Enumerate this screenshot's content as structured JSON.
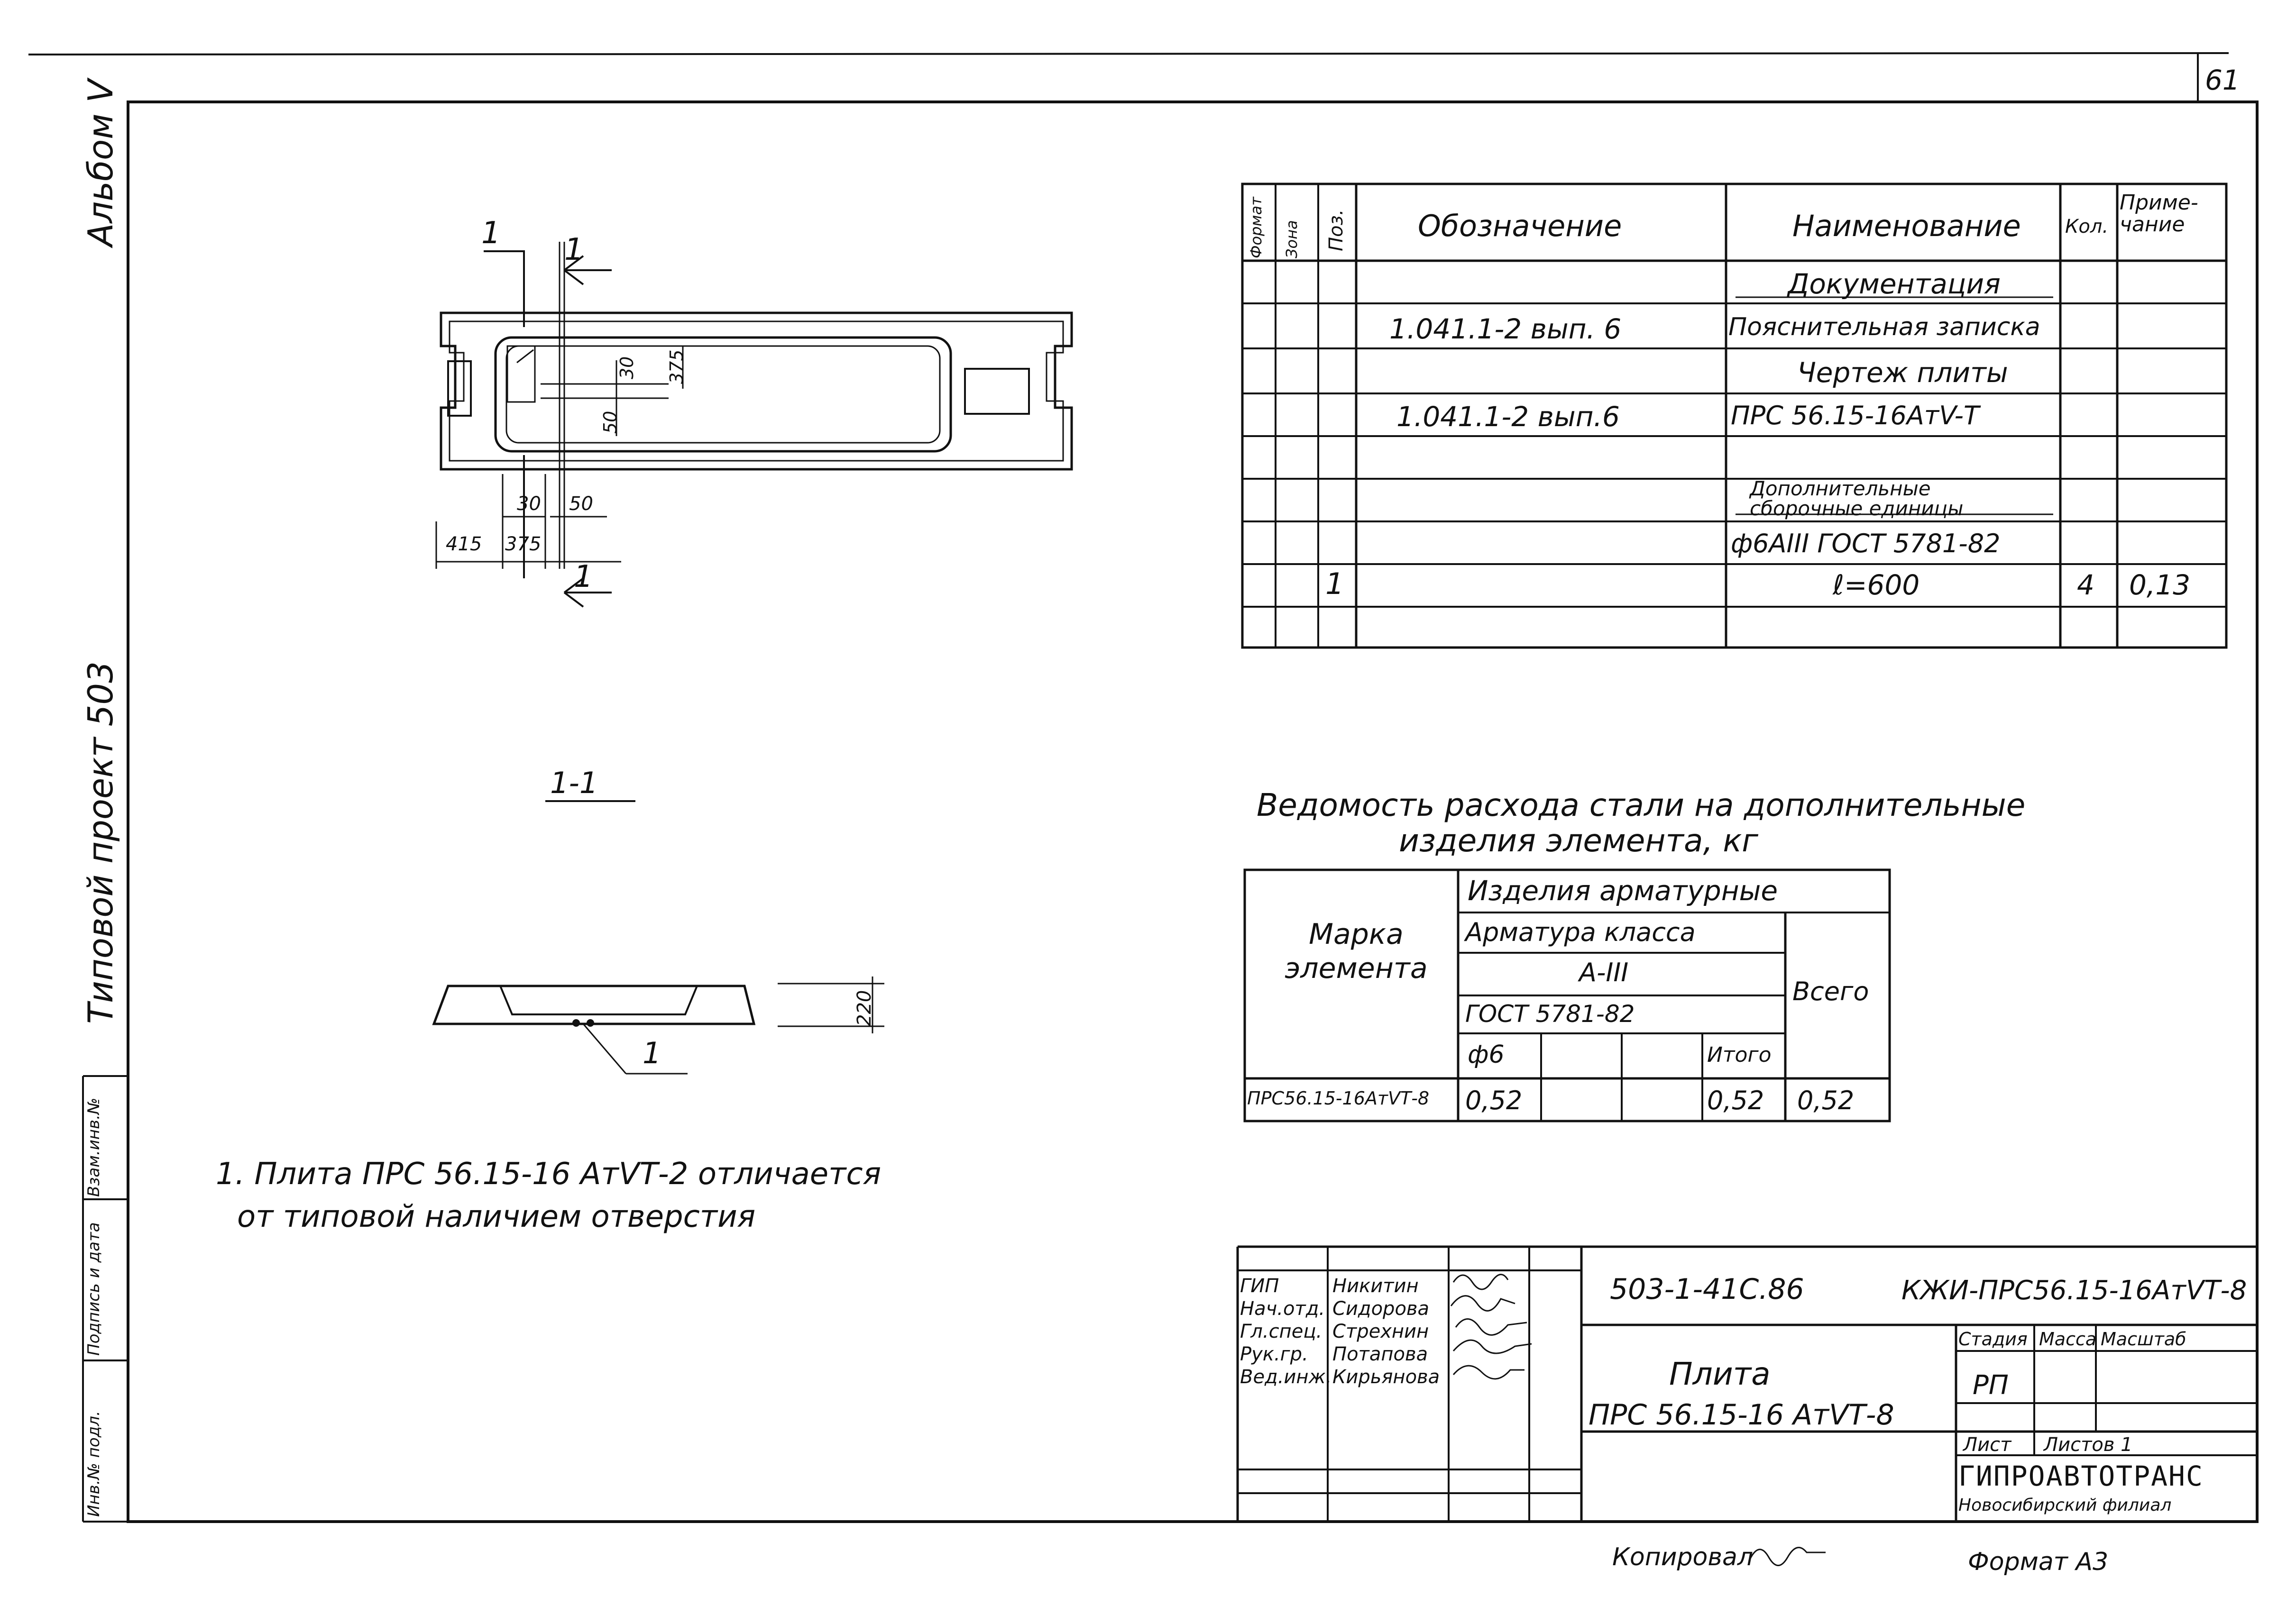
{
  "page_number": "61",
  "left_margin": {
    "album": "Альбом V",
    "project": "Типовой проект 503",
    "stamp_cells": [
      "Инв.№ подл.",
      "Подпись и дата",
      "Взам.инв.№"
    ]
  },
  "drawing": {
    "section_mark": "1",
    "dims_plan": [
      "30",
      "375",
      "50",
      "415",
      "375",
      "30",
      "50"
    ],
    "section_title": "1-1",
    "dim_height": "220",
    "callout": "1"
  },
  "note": {
    "line1": "1. Плита ПРС 56.15-16 АтVТ-2 отличается",
    "line2": "от типовой наличием отверстия"
  },
  "spec_table": {
    "headers": {
      "format": "Формат",
      "zone": "Зона",
      "pos": "Поз.",
      "designation": "Обозначение",
      "name": "Наименование",
      "qty": "Кол.",
      "note": "Приме-чание"
    },
    "rows": [
      {
        "pos": "",
        "designation": "",
        "name": "Документация",
        "qty": "",
        "note": ""
      },
      {
        "pos": "",
        "designation": "1.041.1-2 вып. 6",
        "name": "Пояснительная записка",
        "qty": "",
        "note": ""
      },
      {
        "pos": "",
        "designation": "",
        "name": "Чертеж плиты",
        "qty": "",
        "note": ""
      },
      {
        "pos": "",
        "designation": "1.041.1-2 вып.6",
        "name": "ПРС 56.15-16АтV-Т",
        "qty": "",
        "note": ""
      },
      {
        "pos": "",
        "designation": "",
        "name": "",
        "qty": "",
        "note": ""
      },
      {
        "pos": "",
        "designation": "",
        "name": "Дополнительные сборочные единицы",
        "qty": "",
        "note": ""
      },
      {
        "pos": "",
        "designation": "",
        "name": "ф6АIII ГОСТ 5781-82",
        "qty": "",
        "note": ""
      },
      {
        "pos": "1",
        "designation": "",
        "name": "ℓ=600",
        "qty": "4",
        "note": "0,13"
      },
      {
        "pos": "",
        "designation": "",
        "name": "",
        "qty": "",
        "note": ""
      }
    ]
  },
  "steel_table": {
    "title_line1": "Ведомость расхода стали на дополнительные",
    "title_line2": "изделия элемента, кг",
    "col_mark": "Марка элемента",
    "h_products": "Изделия арматурные",
    "h_class": "Арматура класса",
    "h_a3": "А-III",
    "h_gost": "ГОСТ 5781-82",
    "h_d6": "ф6",
    "h_itogo": "Итого",
    "h_total": "Всего",
    "row": {
      "mark": "ПРС56.15-16АтVТ-8",
      "d6": "0,52",
      "itogo": "0,52",
      "total": "0,52"
    }
  },
  "title_block": {
    "code": "503-1-41С.86",
    "doc": "КЖИ-ПРС56.15-16АтVТ-8",
    "staff": [
      {
        "role": "ГИП",
        "name": "Никитин"
      },
      {
        "role": "Нач.отд.",
        "name": "Сидорова"
      },
      {
        "role": "Гл.спец.",
        "name": "Стрехнин"
      },
      {
        "role": "Рук.гр.",
        "name": "Потапова"
      },
      {
        "role": "Вед.инж.",
        "name": "Кирьянова"
      }
    ],
    "title_line1": "Плита",
    "title_line2": "ПРС 56.15-16 АтVТ-8",
    "stage_h": "Стадия",
    "mass_h": "Масса",
    "scale_h": "Масштаб",
    "stage": "РП",
    "sheet": "Лист",
    "sheets": "Листов 1",
    "org": "ГИПРОАВТОТРАНС",
    "branch": "Новосибирский филиал"
  },
  "footer": {
    "copied": "Копировал",
    "format": "Формат А3"
  }
}
